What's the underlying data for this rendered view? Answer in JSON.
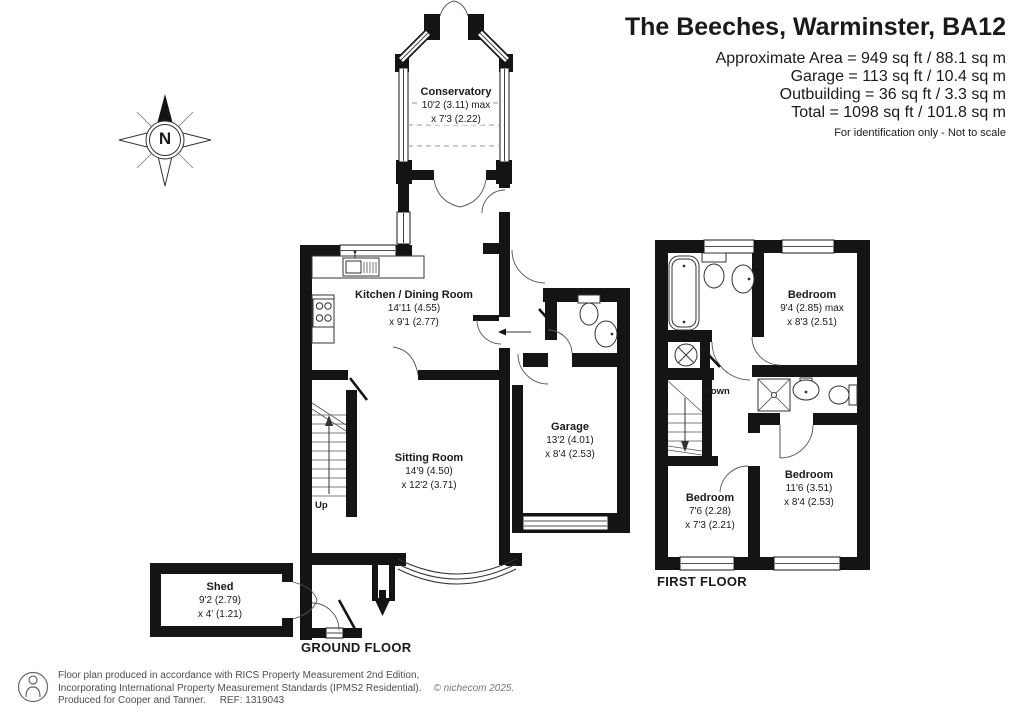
{
  "header": {
    "title": "The Beeches, Warminster, BA12",
    "area_lines": [
      "Approximate Area = 949 sq ft / 88.1 sq m",
      "Garage = 113 sq ft / 10.4 sq m",
      "Outbuilding = 36 sq ft / 3.3 sq m",
      "Total = 1098 sq ft / 101.8 sq m"
    ],
    "disclaimer": "For identification only - Not to scale"
  },
  "compass": {
    "north_label": "N"
  },
  "ground_floor": {
    "label": "GROUND FLOOR",
    "stairs_label": "Up",
    "rooms": {
      "conservatory": {
        "name": "Conservatory",
        "dims1": "10'2 (3.11) max",
        "dims2": "x 7'3 (2.22)"
      },
      "kitchen": {
        "name": "Kitchen / Dining Room",
        "dims1": "14'11 (4.55)",
        "dims2": "x 9'1 (2.77)"
      },
      "sitting": {
        "name": "Sitting Room",
        "dims1": "14'9 (4.50)",
        "dims2": "x 12'2 (3.71)"
      },
      "garage": {
        "name": "Garage",
        "dims1": "13'2 (4.01)",
        "dims2": "x 8'4 (2.53)"
      },
      "shed": {
        "name": "Shed",
        "dims1": "9'2 (2.79)",
        "dims2": "x 4' (1.21)"
      }
    }
  },
  "first_floor": {
    "label": "FIRST FLOOR",
    "stairs_label": "Down",
    "rooms": {
      "bedroom1": {
        "name": "Bedroom",
        "dims1": "9'4 (2.85) max",
        "dims2": "x 8'3 (2.51)"
      },
      "bedroom2": {
        "name": "Bedroom",
        "dims1": "11'6 (3.51)",
        "dims2": "x 8'4 (2.53)"
      },
      "bedroom3": {
        "name": "Bedroom",
        "dims1": "7'6 (2.28)",
        "dims2": "x 7'3 (2.21)"
      }
    }
  },
  "footer": {
    "line1": "Floor plan produced in accordance with RICS Property Measurement 2nd Edition,",
    "line2": "Incorporating International Property Measurement Standards (IPMS2 Residential).",
    "copyright": "© nichecom 2025.",
    "line3": "Produced for Cooper and Tanner.",
    "ref": "REF: 1319043"
  },
  "colors": {
    "wall": "#141414",
    "text": "#1a1a1a",
    "footer_text": "#4d4d4d"
  }
}
